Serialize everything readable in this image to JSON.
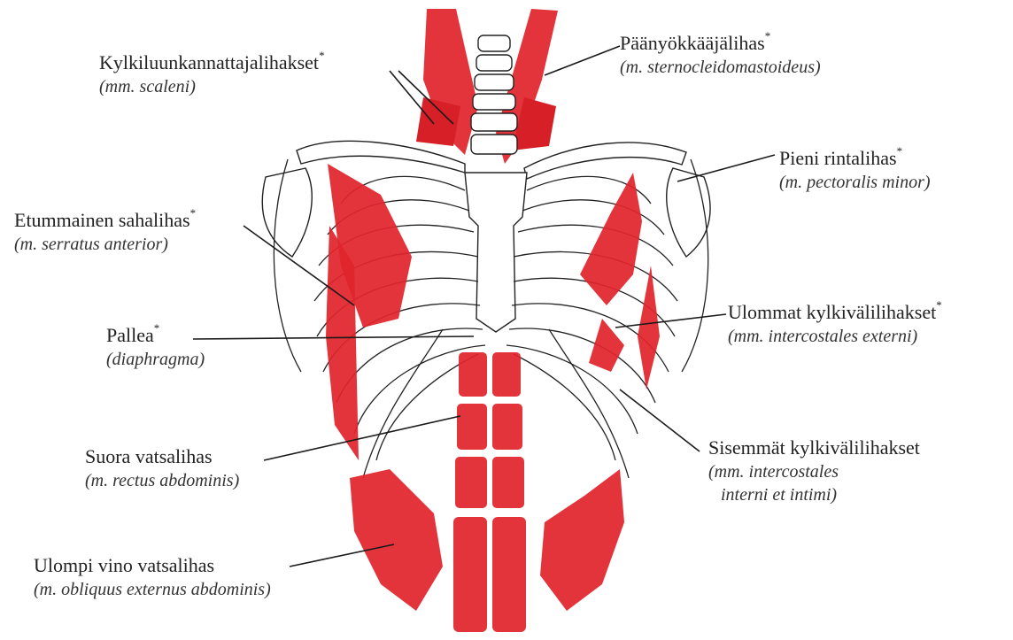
{
  "labels": {
    "scalenes": {
      "name": "Kylkiluunkannattajalihakset",
      "star": "*",
      "latin": "(mm. scaleni)"
    },
    "scm": {
      "name": "Päänyökkääjälihas",
      "star": "*",
      "latin": "(m. sternocleidomastoideus)"
    },
    "pec_minor": {
      "name": "Pieni rintalihas",
      "star": "*",
      "latin": "(m. pectoralis minor)"
    },
    "serratus": {
      "name": "Etummainen sahalihas",
      "star": "*",
      "latin": "(m. serratus anterior)"
    },
    "diaphragm": {
      "name": "Pallea",
      "star": "*",
      "latin": "(diaphragma)"
    },
    "ext_intercostals": {
      "name": "Ulommat kylkivälilihakset",
      "star": "*",
      "latin": "(mm. intercostales externi)"
    },
    "rectus": {
      "name": "Suora vatsalihas",
      "latin": "(m. rectus abdominis)"
    },
    "int_intercostals": {
      "name": "Sisemmät kylkivälilihakset",
      "latin": "(mm. intercostales",
      "latin2": "interni et intimi)"
    },
    "oblique": {
      "name": "Ulompi vino vatsalihas",
      "latin": "(m. obliquus externus abdominis)"
    }
  },
  "colors": {
    "muscle": "#e0252b",
    "outline": "#222222"
  }
}
